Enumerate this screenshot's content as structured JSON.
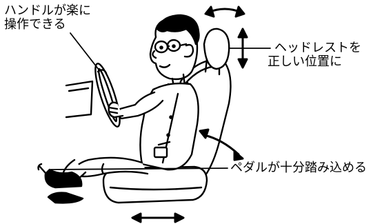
{
  "labels": {
    "steering": {
      "line1": "ハンドルが楽に",
      "line2": "操作できる"
    },
    "headrest": {
      "line1": "ヘッドレストを",
      "line2": "正しい位置に"
    },
    "pedal": "ペダルが十分踏み込める"
  },
  "icons": [
    "seated-driver-illustration",
    "double-arrow-icon"
  ],
  "colors": {
    "ink": "#000000",
    "paper": "#ffffff"
  }
}
